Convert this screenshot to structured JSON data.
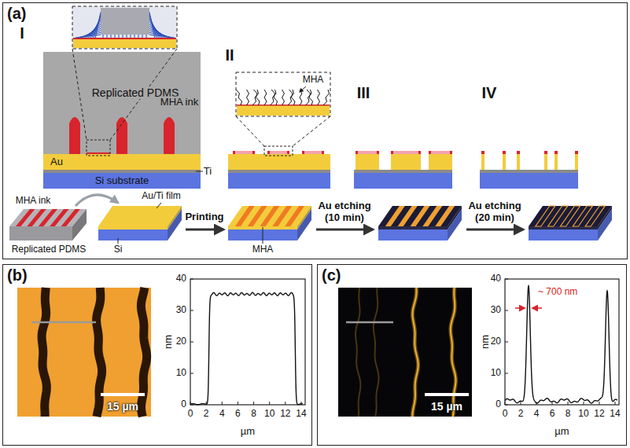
{
  "diagram": {
    "nodes": [
      {
        "text": [
          "(a)"
        ]
      },
      {
        "text": [
          "(b)"
        ]
      },
      {
        "text": [
          "(c)"
        ]
      }
    ],
    "labels": [
      "I",
      "Replicated PDMS",
      "MHA ink",
      "Au",
      "Ti",
      "Si substrate",
      "II",
      "MHA",
      "III",
      "IV",
      "MHA ink",
      "Au/Ti film",
      "Replicated PDMS",
      "Si",
      "Printing",
      "MHA",
      "Au etching (10 min)",
      "Au etching (20 min)",
      "15 µm",
      "nm",
      "0",
      "10",
      "20",
      "30",
      "40",
      "0",
      "2",
      "4",
      "6",
      "8",
      "10",
      "12",
      "14",
      "µm",
      "15 µm",
      "~ 700 nm",
      "nm",
      "0",
      "10",
      "20",
      "30",
      "40",
      "0",
      "2",
      "4",
      "6",
      "8",
      "10",
      "12",
      "14",
      "µm"
    ]
  }
}
